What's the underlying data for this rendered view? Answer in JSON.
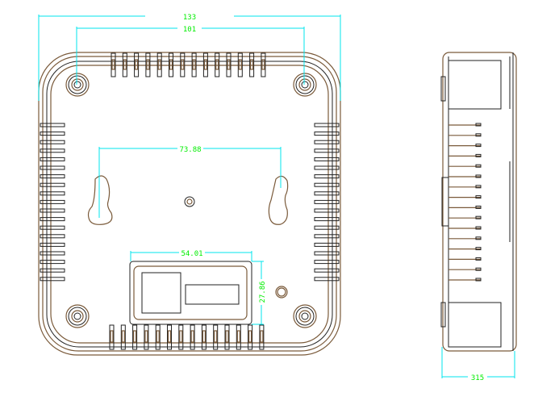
{
  "drawing": {
    "front_view": {
      "dimensions": {
        "overall_width": "133",
        "hole_spacing": "101",
        "slot_spacing": "73.88",
        "connector_width": "54.01",
        "connector_height": "27.86"
      }
    },
    "side_view": {
      "dimensions": {
        "depth": "315"
      }
    },
    "colors": {
      "outline": "#7a5a3a",
      "detail": "#222222",
      "dimension_line": "#00e5ee",
      "dimension_text": "#00ee00"
    }
  }
}
